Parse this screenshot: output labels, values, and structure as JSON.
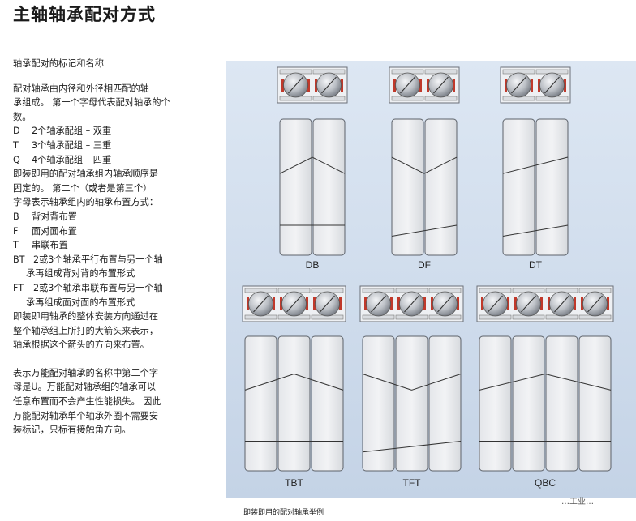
{
  "page": {
    "title": "主轴轴承配对方式"
  },
  "left_text": {
    "heading": "轴承配对的标记和名称",
    "intro": [
      "配对轴承由内径和外径相匹配的轴",
      "承组成。 第一个字母代表配对轴承的个",
      "数。"
    ],
    "count_codes": [
      {
        "code": "D",
        "desc": "2个轴承配组 – 双重"
      },
      {
        "code": "T",
        "desc": "3个轴承配组 – 三重"
      },
      {
        "code": "Q",
        "desc": "4个轴承配组 – 四重"
      }
    ],
    "arrangement_intro": [
      "即装即用的配对轴承组内轴承顺序是",
      "固定的。 第二个（或者是第三个）",
      "字母表示轴承组内的轴承布置方式："
    ],
    "arrangement_codes": [
      {
        "code": "B",
        "lines": [
          "背对背布置"
        ]
      },
      {
        "code": "F",
        "lines": [
          "面对面布置"
        ]
      },
      {
        "code": "T",
        "lines": [
          "串联布置"
        ]
      },
      {
        "code": "BT",
        "lines": [
          "2或3个轴承平行布置与另一个轴",
          "承再组成背对背的布置形式"
        ]
      },
      {
        "code": "FT",
        "lines": [
          "2或3个轴承串联布置与另一个轴",
          "承再组成面对面的布置形式"
        ]
      }
    ],
    "arrow_note": [
      "即装即用轴承的整体安装方向通过在",
      "整个轴承组上所打的大箭头来表示，",
      "轴承根据这个箭头的方向来布置。"
    ],
    "universal_note": [
      "表示万能配对轴承的名称中第二个字",
      "母是U。万能配对轴承组的轴承可以",
      "任意布置而不会产生性能损失。 因此",
      "万能配对轴承单个轴承外圈不需要安",
      "装标记，只标有接触角方向。"
    ]
  },
  "figure": {
    "caption": "即装即用的配对轴承举例",
    "watermark": "…工业…",
    "sets": [
      {
        "label": "DB",
        "bearings": 2
      },
      {
        "label": "DF",
        "bearings": 2
      },
      {
        "label": "DT",
        "bearings": 2
      },
      {
        "label": "TBT",
        "bearings": 3
      },
      {
        "label": "TFT",
        "bearings": 3
      },
      {
        "label": "QBC",
        "bearings": 4
      }
    ]
  },
  "colors": {
    "panel_top": "#dde7f3",
    "panel_bottom": "#c4d3e6",
    "ring_red": "#c0392b",
    "ball_gray": "#b8bcc2"
  }
}
